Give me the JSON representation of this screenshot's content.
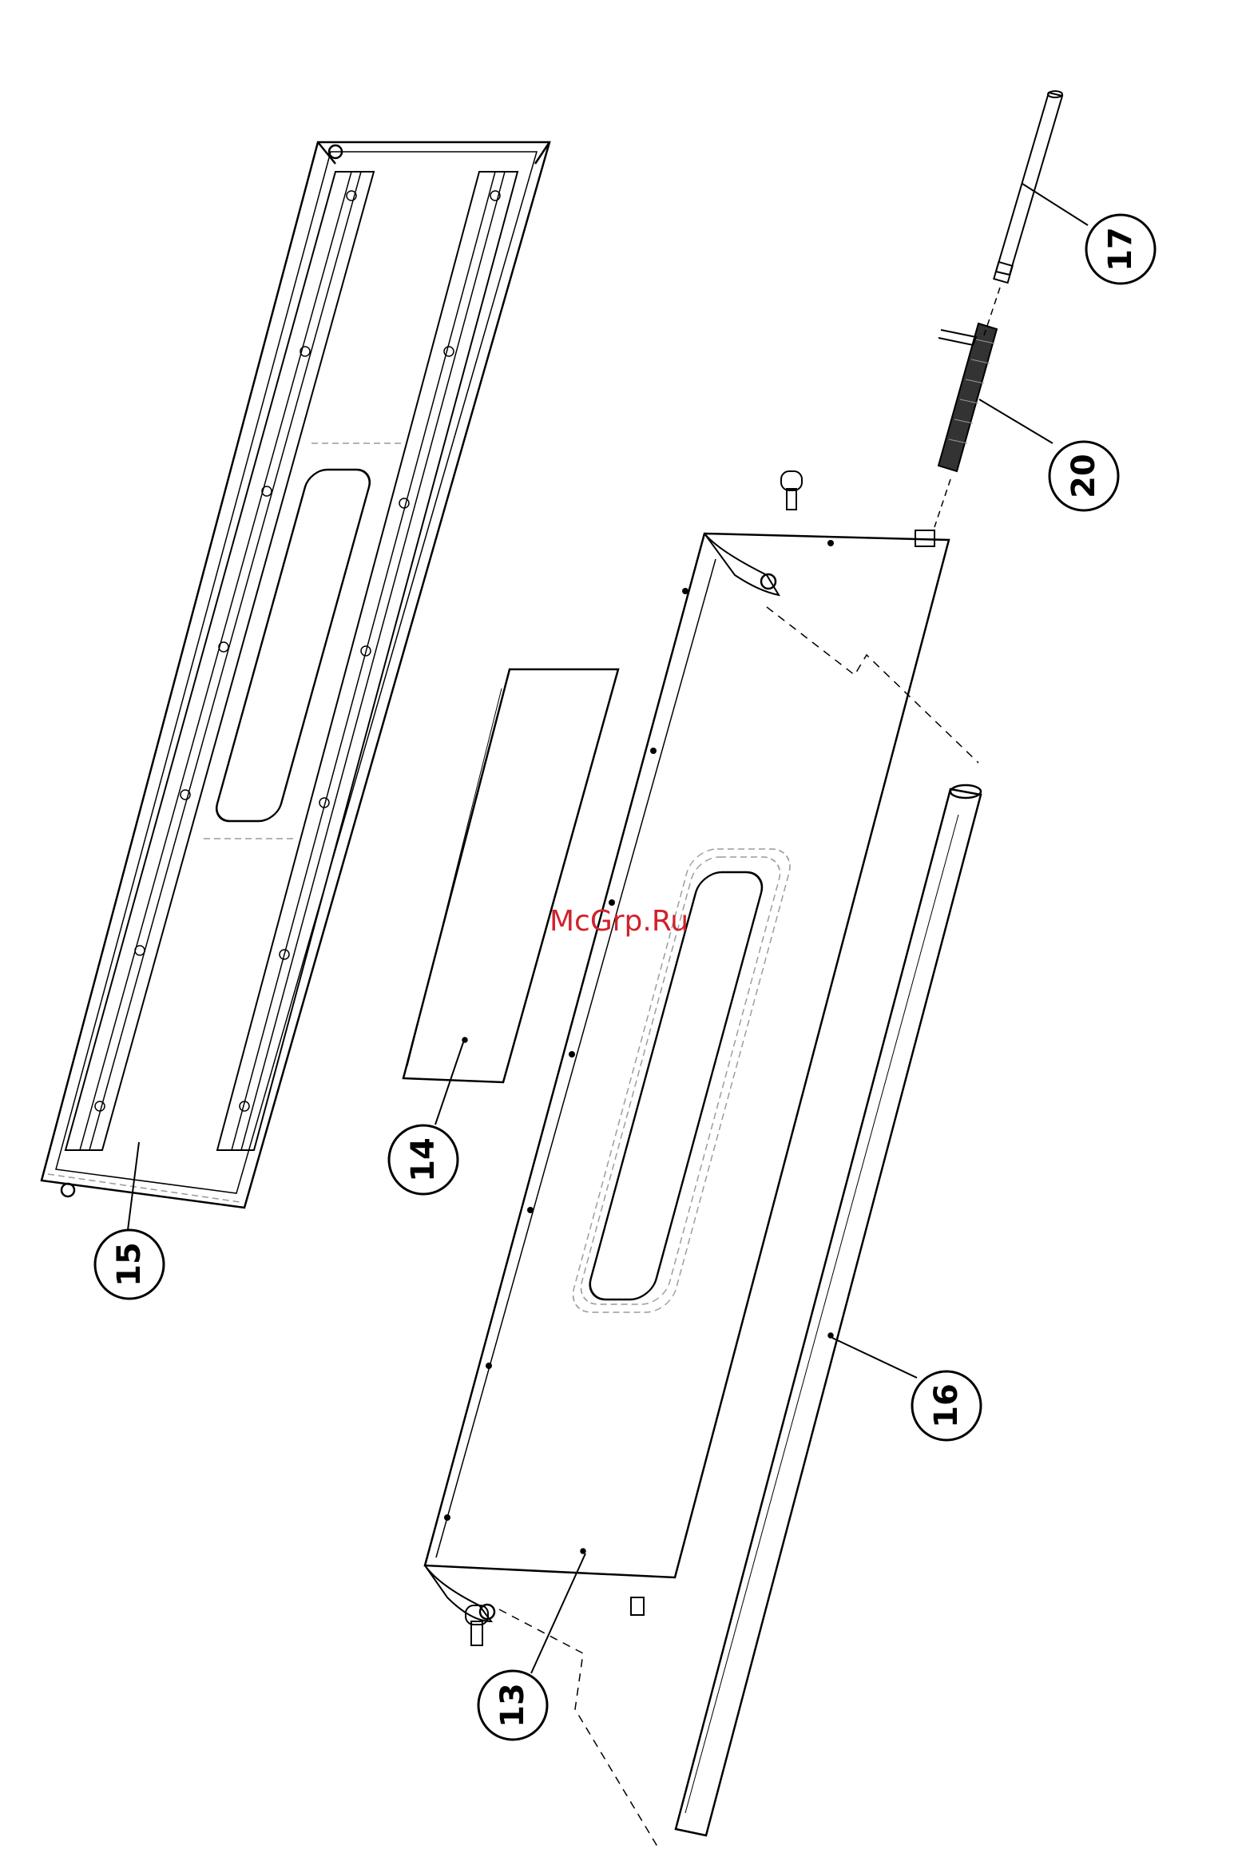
{
  "watermark": {
    "text": "McGrp.Ru",
    "color": "#d0222b"
  },
  "callouts": [
    {
      "id": "13",
      "label": "13"
    },
    {
      "id": "14",
      "label": "14"
    },
    {
      "id": "15",
      "label": "15"
    },
    {
      "id": "16",
      "label": "16"
    },
    {
      "id": "17",
      "label": "17"
    },
    {
      "id": "20",
      "label": "20"
    }
  ],
  "colors": {
    "line": "#000000",
    "hidden": "#9a9a9a",
    "background": "#ffffff"
  }
}
